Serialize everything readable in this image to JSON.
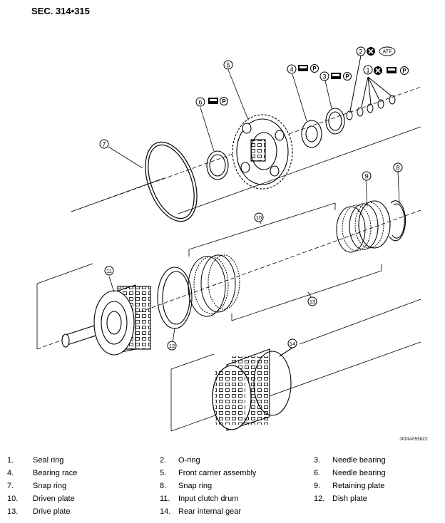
{
  "header": {
    "section": "SEC. 314•315"
  },
  "figure_code": "JPDIA0558ZZ",
  "callouts": [
    "1",
    "2",
    "3",
    "4",
    "5",
    "6",
    "7",
    "8",
    "9",
    "10",
    "11",
    "12",
    "13",
    "14"
  ],
  "symbols": {
    "atf": "ATF",
    "petroleum_jelly": "P"
  },
  "icons": [
    "replace-x-icon",
    "torque-wrench-icon",
    "petroleum-jelly-icon",
    "atf-icon"
  ],
  "legend": [
    {
      "num": "1.",
      "label": "Seal ring"
    },
    {
      "num": "2.",
      "label": "O-ring"
    },
    {
      "num": "3.",
      "label": "Needle bearing"
    },
    {
      "num": "4.",
      "label": "Bearing race"
    },
    {
      "num": "5.",
      "label": "Front carrier assembly"
    },
    {
      "num": "6.",
      "label": "Needle bearing"
    },
    {
      "num": "7.",
      "label": "Snap ring"
    },
    {
      "num": "8.",
      "label": "Snap ring"
    },
    {
      "num": "9.",
      "label": "Retaining plate"
    },
    {
      "num": "10.",
      "label": "Driven plate"
    },
    {
      "num": "11.",
      "label": "Input clutch drum"
    },
    {
      "num": "12.",
      "label": "Dish plate"
    },
    {
      "num": "13.",
      "label": "Drive plate"
    },
    {
      "num": "14.",
      "label": "Rear internal gear"
    }
  ]
}
